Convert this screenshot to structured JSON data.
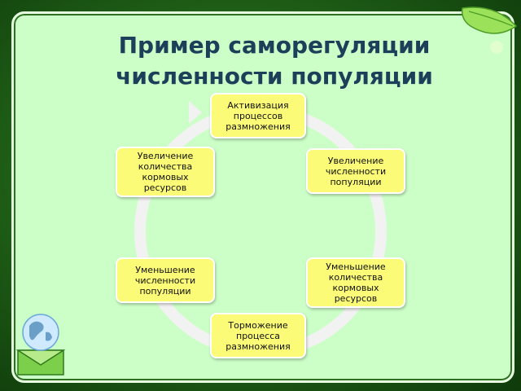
{
  "slide": {
    "title_line1": "Пример саморегуляции",
    "title_line2": "численности популяции"
  },
  "cycle": {
    "nodes": [
      {
        "id": "activation",
        "label": "Активизация\nпроцессов\nразмножения"
      },
      {
        "id": "pop-increase",
        "label": "Увеличение\nчисленности\nпопуляции"
      },
      {
        "id": "food-decrease",
        "label": "Уменьшение\nколичества\nкормовых\nресурсов"
      },
      {
        "id": "inhibition",
        "label": "Торможение\nпроцесса\nразмножения"
      },
      {
        "id": "pop-decrease",
        "label": "Уменьшение\nчисленности\nпопуляции"
      },
      {
        "id": "food-increase",
        "label": "Увеличение\nколичества\nкормовых\nресурсов"
      }
    ]
  },
  "colors": {
    "node_fill": "#fbfb78",
    "ring": "#f2f2f2",
    "card": "#ccffc8",
    "title": "#1e3f5a"
  },
  "icons": [
    "globe-envelope-icon",
    "leaf-decoration-icon"
  ]
}
